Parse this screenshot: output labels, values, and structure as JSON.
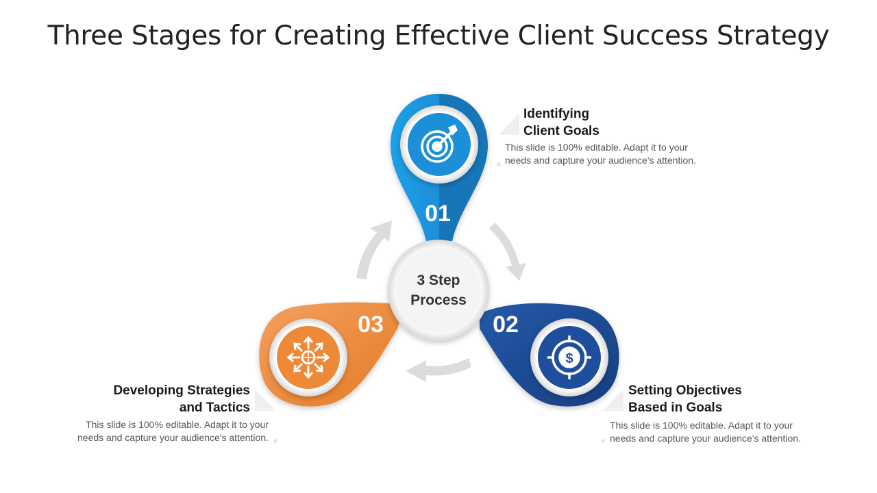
{
  "title": "Three Stages for Creating Effective Client Success Strategy",
  "center": {
    "line1": "3 Step",
    "line2": "Process"
  },
  "colors": {
    "step1": "#1b8fd8",
    "step2": "#1f4f9c",
    "step3": "#ee8a37",
    "arrows": "#dcdcdc"
  },
  "steps": [
    {
      "number": "01",
      "title_line1": "Identifying",
      "title_line2": "Client Goals",
      "desc_line1": "This slide is 100% editable. Adapt it to your",
      "desc_line2": "needs and capture your audience's attention.",
      "icon": "target-arrow-icon"
    },
    {
      "number": "02",
      "title_line1": "Setting Objectives",
      "title_line2": "Based in Goals",
      "desc_line1": "This slide is 100% editable. Adapt it to your",
      "desc_line2": "needs and capture your audience's attention.",
      "icon": "dollar-target-icon"
    },
    {
      "number": "03",
      "title_line1": "Developing Strategies",
      "title_line2": "and Tactics",
      "desc_line1": "This slide is 100% editable. Adapt it to your",
      "desc_line2": "needs and capture your audience's attention.",
      "icon": "globe-arrows-icon"
    }
  ]
}
